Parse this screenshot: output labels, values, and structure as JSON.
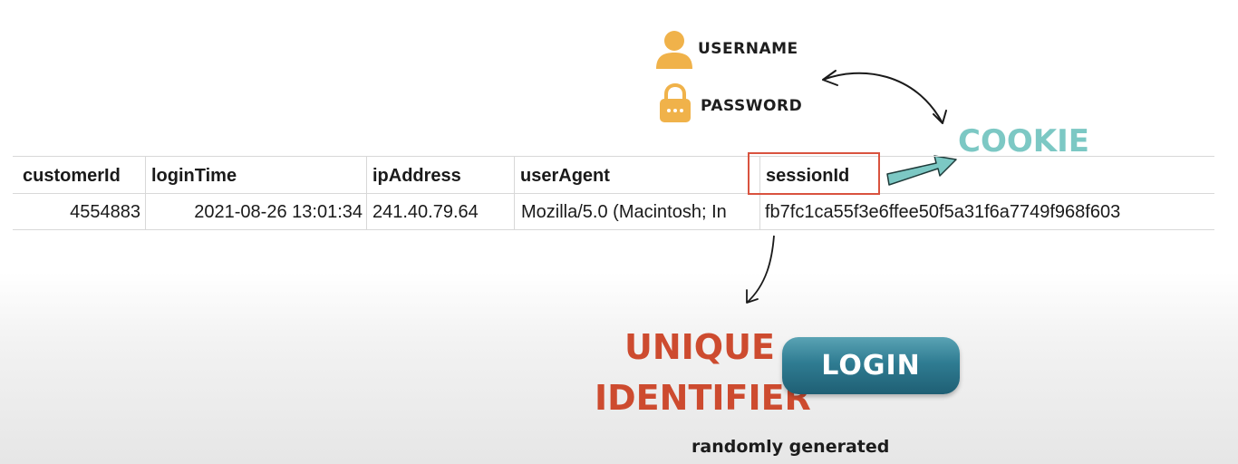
{
  "credentials": {
    "username_label": "USERNAME",
    "password_label": "PASSWORD",
    "username_icon": "user-icon",
    "password_icon": "lock-icon",
    "icon_color": "#f0b24a"
  },
  "cookie": {
    "label": "COOKIE",
    "color": "#7cc8c4"
  },
  "table": {
    "headers": [
      "customerId",
      "loginTime",
      "ipAddress",
      "userAgent",
      "sessionId"
    ],
    "rows": [
      [
        "4554883",
        "2021-08-26 13:01:34",
        "241.40.79.64",
        "Mozilla/5.0 (Macintosh; In",
        "fb7fc1ca55f3e6ffee50f5a31f6a7749f968f603"
      ]
    ]
  },
  "annotations": {
    "unique_line1": "UNIQUE",
    "unique_line2": "IDENTIFIER",
    "unique_color": "#cd4b2f",
    "login_label": "LOGIN",
    "random_caption": "randomly generated"
  }
}
